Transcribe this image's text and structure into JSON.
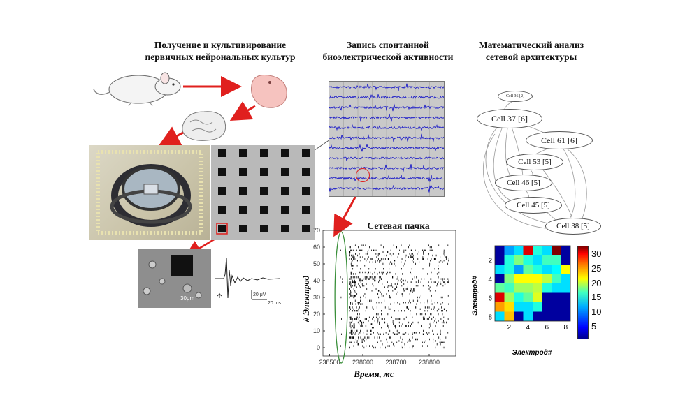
{
  "headers": {
    "culture": [
      "Получение и культивирование",
      "первичных нейрональных культур"
    ],
    "recording": [
      "Запись спонтанной",
      "биоэлектрической активности"
    ],
    "analysis": [
      "Математический анализ",
      "сетевой архитектуры"
    ]
  },
  "burst": {
    "title": "Сетевая пачка",
    "xlabel": "Время, мс",
    "ylabel": "# Электрод",
    "xticks": [
      "238500",
      "238600",
      "238700",
      "238800"
    ],
    "yticks": [
      "0",
      "10",
      "20",
      "30",
      "40",
      "50",
      "60",
      "70"
    ]
  },
  "spike_panel": {
    "scalebar_voltage": "20 μV",
    "scalebar_time": "20 ms",
    "scale_label": "30μm"
  },
  "graph": {
    "nodes": [
      {
        "label": "Cell 36 [2]"
      },
      {
        "label": "Cell 37 [6]"
      },
      {
        "label": "Cell 61 [6]"
      },
      {
        "label": "Cell 53 [5]"
      },
      {
        "label": "Cell 46 [5]"
      },
      {
        "label": "Cell 45 [5]"
      },
      {
        "label": "Cell 38 [5]"
      }
    ]
  },
  "heatmap": {
    "xlabel": "Электрод#",
    "ylabel": "Электрод#",
    "xticks": [
      "2",
      "4",
      "6",
      "8"
    ],
    "yticks": [
      "2",
      "4",
      "6",
      "8"
    ],
    "colorbar_ticks": [
      "30",
      "25",
      "20",
      "15",
      "10",
      "5"
    ]
  },
  "chart_data": {
    "type": "heatmap",
    "xlabel": "Электрод#",
    "ylabel": "Электрод#",
    "clim": [
      1,
      33
    ],
    "rows": 8,
    "cols": 8,
    "values": [
      [
        2,
        10,
        12,
        30,
        14,
        12,
        33,
        2
      ],
      [
        2,
        14,
        17,
        14,
        12,
        15,
        15,
        2
      ],
      [
        12,
        14,
        10,
        16,
        14,
        12,
        13,
        21
      ],
      [
        2,
        17,
        21,
        21,
        21,
        19,
        15,
        12
      ],
      [
        16,
        15,
        18,
        18,
        19,
        14,
        12,
        12
      ],
      [
        30,
        18,
        14,
        16,
        20,
        2,
        2,
        2
      ],
      [
        24,
        22,
        12,
        12,
        14,
        2,
        2,
        2
      ],
      [
        12,
        23,
        2,
        12,
        2,
        2,
        2,
        2
      ]
    ]
  },
  "colors": {
    "arrow": "#e0201e",
    "trace": "#1010c8",
    "highlight": "#3a8f3a"
  }
}
